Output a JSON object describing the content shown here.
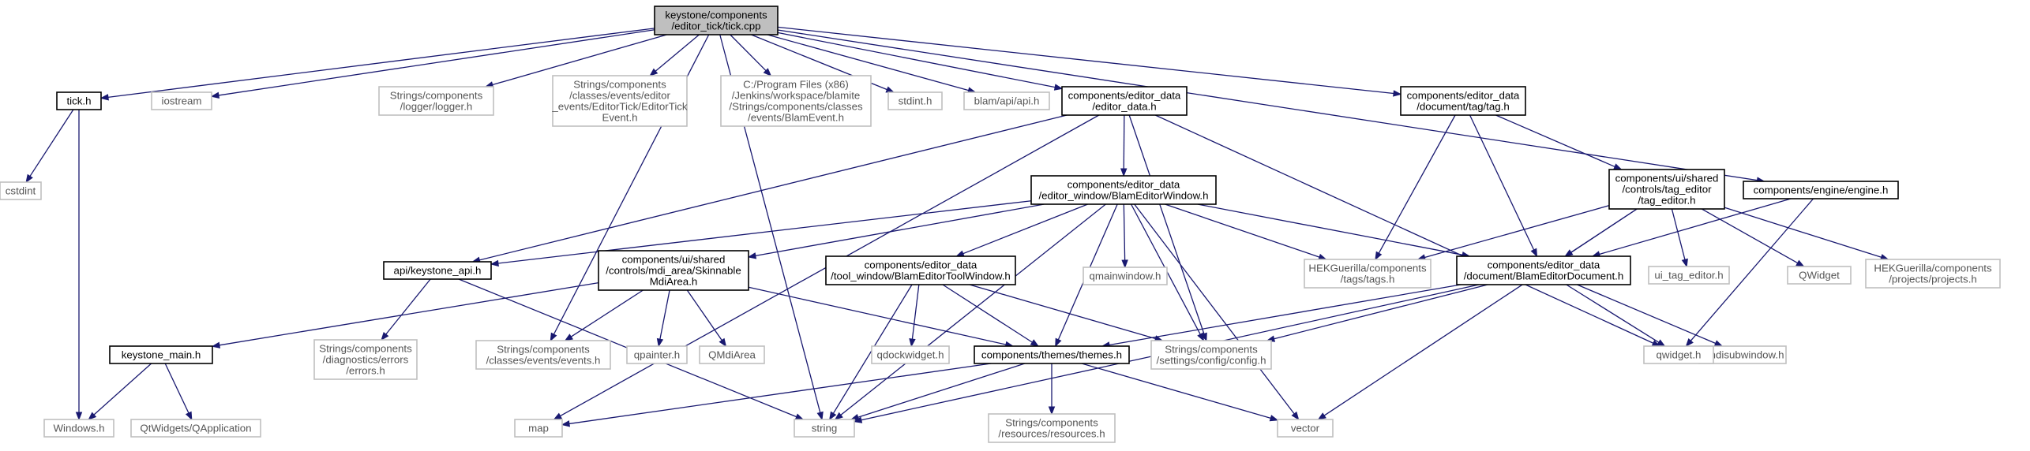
{
  "graph": {
    "edge_color": "#191970",
    "root_fill": "#bfbfbf",
    "documented_border": "#000000",
    "external_border": "#c0c0c0",
    "nodes": [
      {
        "id": "root",
        "kind": "root",
        "lines": [
          "keystone/components",
          "/editor_tick/tick.cpp"
        ]
      },
      {
        "id": "tick_h",
        "kind": "doc",
        "lines": [
          "tick.h"
        ]
      },
      {
        "id": "iostream",
        "kind": "std",
        "lines": [
          "iostream"
        ]
      },
      {
        "id": "logger",
        "kind": "std",
        "lines": [
          "Strings/components",
          "/logger/logger.h"
        ]
      },
      {
        "id": "editortickevent",
        "kind": "std",
        "lines": [
          "Strings/components",
          "/classes/events/editor",
          "_events/EditorTick/EditorTick",
          "Event.h"
        ]
      },
      {
        "id": "blamevent",
        "kind": "std",
        "lines": [
          "C:/Program Files (x86)",
          "/Jenkins/workspace/blamite",
          "/Strings/components/classes",
          "/events/BlamEvent.h"
        ]
      },
      {
        "id": "stdint",
        "kind": "std",
        "lines": [
          "stdint.h"
        ]
      },
      {
        "id": "blamapi",
        "kind": "std",
        "lines": [
          "blam/api/api.h"
        ]
      },
      {
        "id": "editor_data",
        "kind": "doc",
        "lines": [
          "components/editor_data",
          "/editor_data.h"
        ]
      },
      {
        "id": "tag_h",
        "kind": "doc",
        "lines": [
          "components/editor_data",
          "/document/tag/tag.h"
        ]
      },
      {
        "id": "engine_h",
        "kind": "doc",
        "lines": [
          "components/engine/engine.h"
        ]
      },
      {
        "id": "cstdint",
        "kind": "std",
        "lines": [
          "cstdint"
        ]
      },
      {
        "id": "windows_h",
        "kind": "std",
        "lines": [
          "Windows.h"
        ]
      },
      {
        "id": "blameditorwindow",
        "kind": "doc",
        "lines": [
          "components/editor_data",
          "/editor_window/BlamEditorWindow.h"
        ]
      },
      {
        "id": "tag_editor",
        "kind": "doc",
        "lines": [
          "components/ui/shared",
          "/controls/tag_editor",
          "/tag_editor.h"
        ]
      },
      {
        "id": "keystone_api",
        "kind": "doc",
        "lines": [
          "api/keystone_api.h"
        ]
      },
      {
        "id": "skinnablemdi",
        "kind": "doc",
        "lines": [
          "components/ui/shared",
          "/controls/mdi_area/Skinnable",
          "MdiArea.h"
        ]
      },
      {
        "id": "blameditortoolwindow",
        "kind": "doc",
        "lines": [
          "components/editor_data",
          "/tool_window/BlamEditorToolWindow.h"
        ]
      },
      {
        "id": "qmainwindow",
        "kind": "std",
        "lines": [
          "qmainwindow.h"
        ]
      },
      {
        "id": "hekg_tags",
        "kind": "std",
        "lines": [
          "HEKGuerilla/components",
          "/tags/tags.h"
        ]
      },
      {
        "id": "blameditordocument",
        "kind": "doc",
        "lines": [
          "components/editor_data",
          "/document/BlamEditorDocument.h"
        ]
      },
      {
        "id": "ui_tag_editor",
        "kind": "std",
        "lines": [
          "ui_tag_editor.h"
        ]
      },
      {
        "id": "qwidget_cls",
        "kind": "std",
        "lines": [
          "QWidget"
        ]
      },
      {
        "id": "hekg_projects",
        "kind": "std",
        "lines": [
          "HEKGuerilla/components",
          "/projects/projects.h"
        ]
      },
      {
        "id": "keystone_main",
        "kind": "doc",
        "lines": [
          "keystone_main.h"
        ]
      },
      {
        "id": "diag_errors",
        "kind": "std",
        "lines": [
          "Strings/components",
          "/diagnostics/errors",
          "/errors.h"
        ]
      },
      {
        "id": "events_h",
        "kind": "std",
        "lines": [
          "Strings/components",
          "/classes/events/events.h"
        ]
      },
      {
        "id": "qpainter",
        "kind": "std",
        "lines": [
          "qpainter.h"
        ]
      },
      {
        "id": "qmdiarea",
        "kind": "std",
        "lines": [
          "QMdiArea"
        ]
      },
      {
        "id": "qdockwidget",
        "kind": "std",
        "lines": [
          "qdockwidget.h"
        ]
      },
      {
        "id": "themes",
        "kind": "doc",
        "lines": [
          "components/themes/themes.h"
        ]
      },
      {
        "id": "config",
        "kind": "std",
        "lines": [
          "Strings/components",
          "/settings/config/config.h"
        ]
      },
      {
        "id": "qmdisubwindow",
        "kind": "std",
        "lines": [
          "qmdisubwindow.h"
        ]
      },
      {
        "id": "qwidget_h",
        "kind": "std",
        "lines": [
          "qwidget.h"
        ]
      },
      {
        "id": "qapplication",
        "kind": "std",
        "lines": [
          "QtWidgets/QApplication"
        ]
      },
      {
        "id": "map",
        "kind": "std",
        "lines": [
          "map"
        ]
      },
      {
        "id": "string",
        "kind": "std",
        "lines": [
          "string"
        ]
      },
      {
        "id": "resources",
        "kind": "std",
        "lines": [
          "Strings/components",
          "/resources/resources.h"
        ]
      },
      {
        "id": "vector",
        "kind": "std",
        "lines": [
          "vector"
        ]
      }
    ],
    "edges": [
      [
        "root",
        "tick_h"
      ],
      [
        "root",
        "iostream"
      ],
      [
        "root",
        "logger"
      ],
      [
        "root",
        "editortickevent"
      ],
      [
        "root",
        "blamevent"
      ],
      [
        "root",
        "stdint"
      ],
      [
        "root",
        "blamapi"
      ],
      [
        "root",
        "editor_data"
      ],
      [
        "root",
        "tag_h"
      ],
      [
        "root",
        "engine_h"
      ],
      [
        "root",
        "string"
      ],
      [
        "root",
        "events_h"
      ],
      [
        "tick_h",
        "cstdint"
      ],
      [
        "tick_h",
        "windows_h"
      ],
      [
        "editor_data",
        "blameditorwindow"
      ],
      [
        "editor_data",
        "keystone_api"
      ],
      [
        "editor_data",
        "map"
      ],
      [
        "editor_data",
        "config"
      ],
      [
        "editor_data",
        "qwidget_h"
      ],
      [
        "tag_h",
        "tag_editor"
      ],
      [
        "tag_h",
        "hekg_tags"
      ],
      [
        "tag_h",
        "blameditordocument"
      ],
      [
        "engine_h",
        "blameditordocument"
      ],
      [
        "engine_h",
        "qwidget_h"
      ],
      [
        "blameditorwindow",
        "keystone_api"
      ],
      [
        "blameditorwindow",
        "skinnablemdi"
      ],
      [
        "blameditorwindow",
        "blameditortoolwindow"
      ],
      [
        "blameditorwindow",
        "qmainwindow"
      ],
      [
        "blameditorwindow",
        "hekg_tags"
      ],
      [
        "blameditorwindow",
        "blameditordocument"
      ],
      [
        "blameditorwindow",
        "themes"
      ],
      [
        "blameditorwindow",
        "config"
      ],
      [
        "blameditorwindow",
        "string"
      ],
      [
        "blameditorwindow",
        "vector"
      ],
      [
        "tag_editor",
        "hekg_tags"
      ],
      [
        "tag_editor",
        "blameditordocument"
      ],
      [
        "tag_editor",
        "ui_tag_editor"
      ],
      [
        "tag_editor",
        "qwidget_cls"
      ],
      [
        "tag_editor",
        "hekg_projects"
      ],
      [
        "tag_editor",
        "vector"
      ],
      [
        "keystone_api",
        "diag_errors"
      ],
      [
        "keystone_api",
        "string"
      ],
      [
        "skinnablemdi",
        "keystone_main"
      ],
      [
        "skinnablemdi",
        "events_h"
      ],
      [
        "skinnablemdi",
        "qpainter"
      ],
      [
        "skinnablemdi",
        "qmdiarea"
      ],
      [
        "skinnablemdi",
        "themes"
      ],
      [
        "blameditortoolwindow",
        "qdockwidget"
      ],
      [
        "blameditortoolwindow",
        "themes"
      ],
      [
        "blameditortoolwindow",
        "config"
      ],
      [
        "blameditortoolwindow",
        "string"
      ],
      [
        "blameditordocument",
        "themes"
      ],
      [
        "blameditordocument",
        "config"
      ],
      [
        "blameditordocument",
        "qmdisubwindow"
      ],
      [
        "blameditordocument",
        "qwidget_h"
      ],
      [
        "blameditordocument",
        "string"
      ],
      [
        "keystone_main",
        "windows_h"
      ],
      [
        "keystone_main",
        "qapplication"
      ],
      [
        "themes",
        "map"
      ],
      [
        "themes",
        "string"
      ],
      [
        "themes",
        "resources"
      ],
      [
        "themes",
        "vector"
      ]
    ]
  }
}
